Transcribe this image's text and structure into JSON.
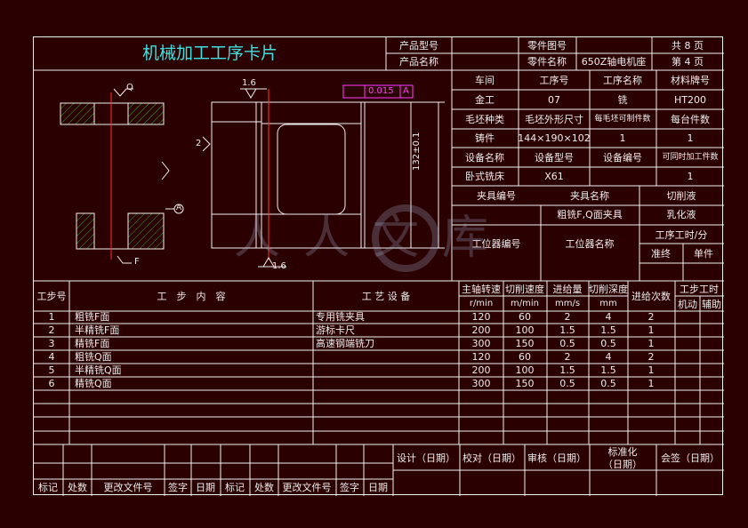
{
  "header": {
    "title": "机械加工工序卡片",
    "product_model_label": "产品型号",
    "product_name_label": "产品名称",
    "part_drawing_label": "零件图号",
    "part_name_label": "零件名称",
    "part_name_value": "650Z轴电机座",
    "total_pages": "共 8 页",
    "page_no": "第 4 页"
  },
  "info": {
    "workshop_label": "车间",
    "workshop_value": "金工",
    "op_no_label": "工序号",
    "op_no_value": "07",
    "op_name_label": "工序名称",
    "op_name_value": "铣",
    "material_label": "材料牌号",
    "material_value": "HT200",
    "blank_type_label": "毛坯种类",
    "blank_type_value": "铸件",
    "blank_size_label": "毛坯外形尺寸",
    "blank_size_value": "144×190×102",
    "per_blank_label": "每毛坯可制件数",
    "per_blank_value": "1",
    "per_unit_label": "每台件数",
    "per_unit_value": "1",
    "equip_name_label": "设备名称",
    "equip_name_value": "卧式铣床",
    "equip_model_label": "设备型号",
    "equip_model_value": "X61",
    "equip_no_label": "设备编号",
    "concurrent_label": "可同时加工件数",
    "concurrent_value": "1",
    "fixture_no_label": "夹具编号",
    "fixture_name_label": "夹具名称",
    "fixture_name_value": "粗铣F,Q面夹具",
    "coolant_label": "切削液",
    "coolant_value": "乳化液",
    "station_no_label": "工位器编号",
    "station_name_label": "工位器名称",
    "op_time_label": "工序工时/分",
    "prep_label": "准终",
    "unit_label": "单件"
  },
  "drawing": {
    "label_q": "Q",
    "label_f": "F",
    "label_2": "2",
    "roughness_1": "1.6",
    "roughness_2": "1.6",
    "tolerance": "0.015",
    "datum": "A",
    "dim": "132±0.1"
  },
  "steps_header": {
    "no": "工步号",
    "content": "工　步　内　容",
    "equipment": "工 艺 设 备",
    "speed": "主轴转速",
    "speed_unit": "r/min",
    "cut_speed": "切削速度",
    "cut_speed_unit": "m/min",
    "feed": "进给量",
    "feed_unit": "mm/s",
    "depth": "切削深度",
    "depth_unit": "mm",
    "passes": "进给次数",
    "time": "工步工时",
    "machine": "机动",
    "aux": "辅助"
  },
  "steps": [
    {
      "no": "1",
      "content": "粗铣F面",
      "equip": "专用铣夹具",
      "speed": "120",
      "cut": "60",
      "feed": "2",
      "depth": "4",
      "passes": "2"
    },
    {
      "no": "2",
      "content": "半精铣F面",
      "equip": "游标卡尺",
      "speed": "200",
      "cut": "100",
      "feed": "1.5",
      "depth": "1.5",
      "passes": "1"
    },
    {
      "no": "3",
      "content": "精铣F面",
      "equip": "高速钢端铣刀",
      "speed": "300",
      "cut": "150",
      "feed": "0.5",
      "depth": "0.5",
      "passes": "1"
    },
    {
      "no": "4",
      "content": "粗铣Q面",
      "equip": "",
      "speed": "120",
      "cut": "60",
      "feed": "2",
      "depth": "4",
      "passes": "2"
    },
    {
      "no": "5",
      "content": "半精铣Q面",
      "equip": "",
      "speed": "200",
      "cut": "100",
      "feed": "1.5",
      "depth": "1.5",
      "passes": "1"
    },
    {
      "no": "6",
      "content": "精铣Q面",
      "equip": "",
      "speed": "300",
      "cut": "150",
      "feed": "0.5",
      "depth": "0.5",
      "passes": "1"
    }
  ],
  "footer": {
    "design": "设计（日期）",
    "check": "校对（日期）",
    "review": "审核（日期）",
    "standard": "标准化",
    "standard_date": "（日期）",
    "sign": "会签（日期）",
    "mark": "标记",
    "count": "处数",
    "doc_no": "更改文件号",
    "signature": "签字",
    "date": "日期"
  },
  "watermark": "人人文库",
  "colors": {
    "line": "#f2f2f2",
    "label": "#3fe0e0",
    "text": "#ededed",
    "red": "#ff3030",
    "green": "#2fb02f",
    "magenta": "#ff40ff",
    "bg": "#2b0000"
  }
}
